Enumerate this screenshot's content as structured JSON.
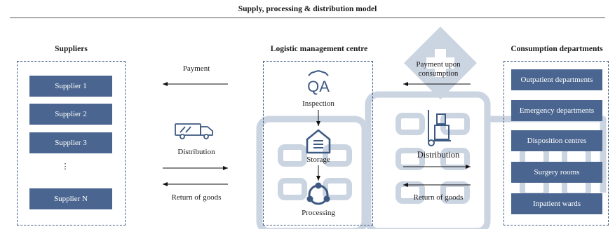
{
  "title": "Supply, processing & distribution model",
  "suppliers": {
    "heading": "Suppliers",
    "items": [
      "Supplier 1",
      "Supplier 2",
      "Supplier 3",
      "Supplier N"
    ],
    "ellipsis": "⋮"
  },
  "flows_left": {
    "payment": "Payment",
    "distribution": "Distribution",
    "return": "Return of goods"
  },
  "centre": {
    "heading": "Logistic management centre",
    "qa_text": "QA",
    "inspection": "Inspection",
    "storage": "Storage",
    "processing": "Processing"
  },
  "flows_right": {
    "payment_upon": "Payment upon consumption",
    "distribution": "Distribution",
    "return": "Return of goods"
  },
  "departments": {
    "heading": "Consumption departments",
    "items": [
      "Outpatient departments",
      "Emergency departments",
      "Disposition centres",
      "Surgery rooms",
      "Inpatient wards"
    ]
  },
  "colors": {
    "box_fill": "#4a6690",
    "dashed_border": "#3e5a83",
    "watermark": "#cbd4e1",
    "arrow": "#111111"
  }
}
